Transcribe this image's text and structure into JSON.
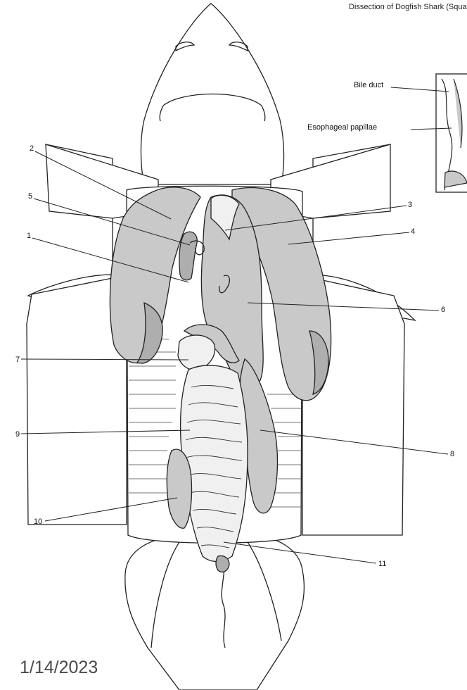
{
  "caption": "Dissection of Dogfish Shark (Squal",
  "date_stamp": "1/14/2023",
  "labels": {
    "n1": "1",
    "n2": "2",
    "n3": "3",
    "n4": "4",
    "n5": "5",
    "n6": "6",
    "n7": "7",
    "n8": "8",
    "n9": "9",
    "n10": "10",
    "n11": "11"
  },
  "inset": {
    "bile_duct": "Bile duct",
    "esophageal_papillae": "Esophageal papillae"
  }
}
